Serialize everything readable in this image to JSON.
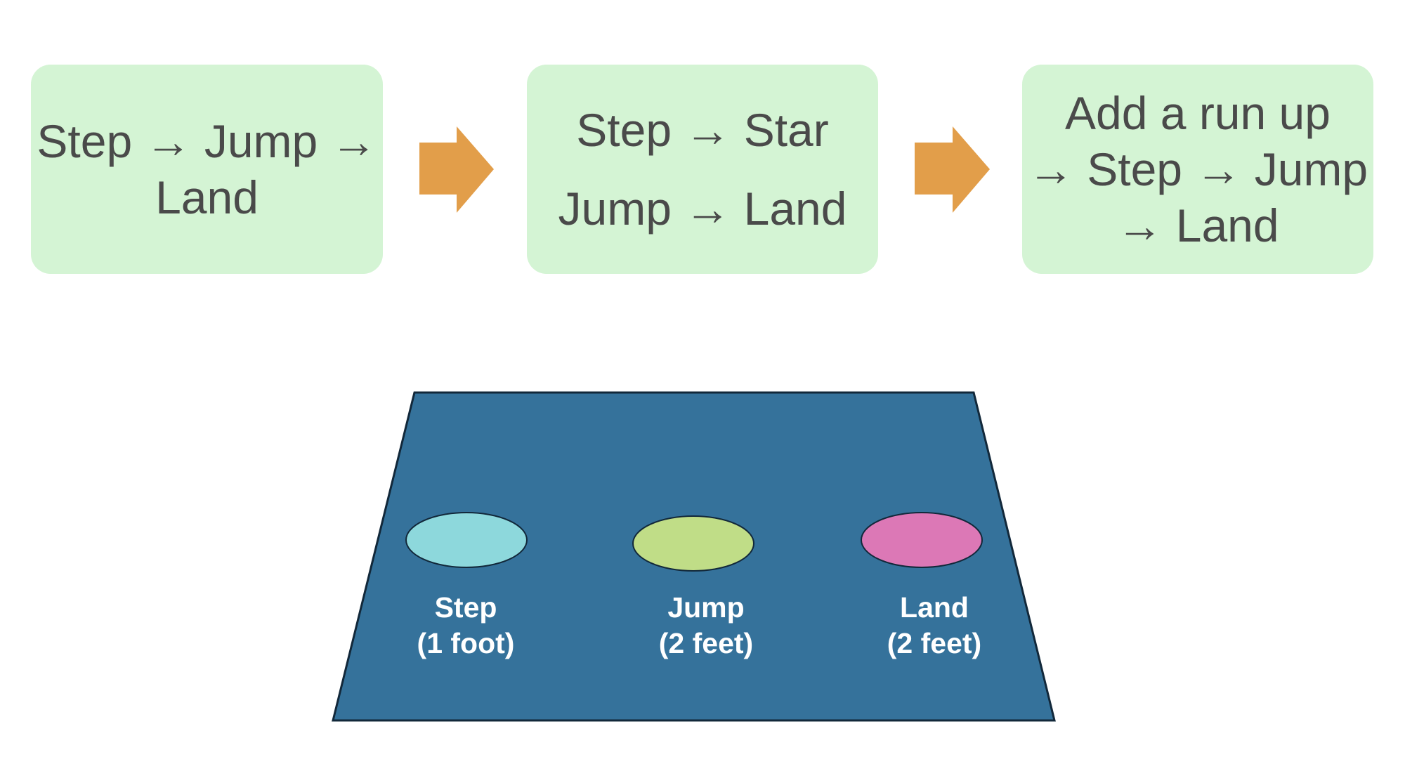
{
  "colors": {
    "box_fill": "#d4f4d4",
    "arrow": "#e29e4a",
    "mat": "#35729b",
    "step": "#8dd8dc",
    "jump": "#c0dd87",
    "land": "#dc78b6"
  },
  "flow": [
    {
      "lines": [
        "Step → Jump →",
        "Land"
      ]
    },
    {
      "lines": [
        "Step → Star",
        "Jump → Land"
      ]
    },
    {
      "lines": [
        "Add a run up",
        "→ Step → Jump",
        "→ Land"
      ]
    }
  ],
  "mat": {
    "spots": [
      {
        "name": "Step",
        "detail": "(1 foot)"
      },
      {
        "name": "Jump",
        "detail": "(2 feet)"
      },
      {
        "name": "Land",
        "detail": "(2 feet)"
      }
    ]
  }
}
